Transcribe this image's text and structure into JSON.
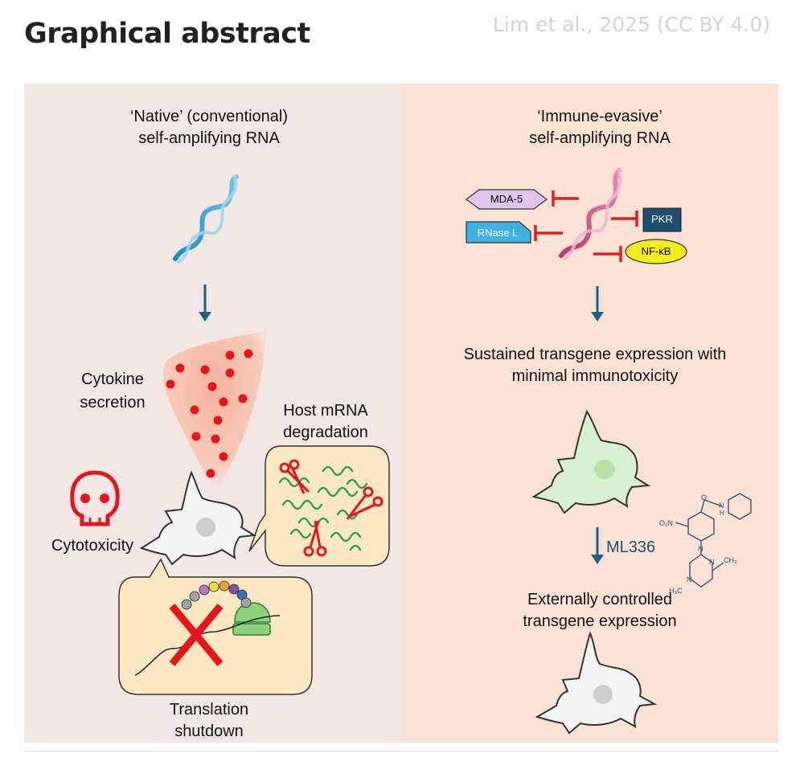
{
  "page": {
    "title": "Graphical abstract",
    "credit": "Lim et al., 2025 (CC BY 4.0)"
  },
  "left_panel": {
    "title_line1": "‘Native’ (conventional)",
    "title_line2": "self-amplifying RNA",
    "cytokine_line1": "Cytokine",
    "cytokine_line2": "secretion",
    "host_line1": "Host mRNA",
    "host_line2": "degradation",
    "cytotoxicity": "Cytotoxicity",
    "translation_line1": "Translation",
    "translation_line2": "shutdown"
  },
  "right_panel": {
    "title_line1": "‘Immune-evasive’",
    "title_line2": "self-amplifying RNA",
    "sensors": [
      "MDA-5",
      "PKR",
      "RNase L",
      "NF-κB"
    ],
    "sustained_line1": "Sustained transgene expression with",
    "sustained_line2": "minimal immunotoxicity",
    "drug": "ML336",
    "controlled_line1": "Externally controlled",
    "controlled_line2": "transgene expression",
    "molecule_atoms": [
      "O₂N",
      "O",
      "N",
      "H",
      "N",
      "N",
      "CH₃",
      "N",
      "H₃C"
    ]
  },
  "colors": {
    "left_bg": "#f3e7e5",
    "right_bg": "#fbe2d5",
    "arrow": "#1f5f85",
    "inhibit": "#e02020",
    "cytokine_dot": "#e8141c",
    "skull": "#e8141c",
    "mRNA": "#2ca44a",
    "callout_fill": "#fbe8c3",
    "cell_green": "#d7f0d0"
  }
}
